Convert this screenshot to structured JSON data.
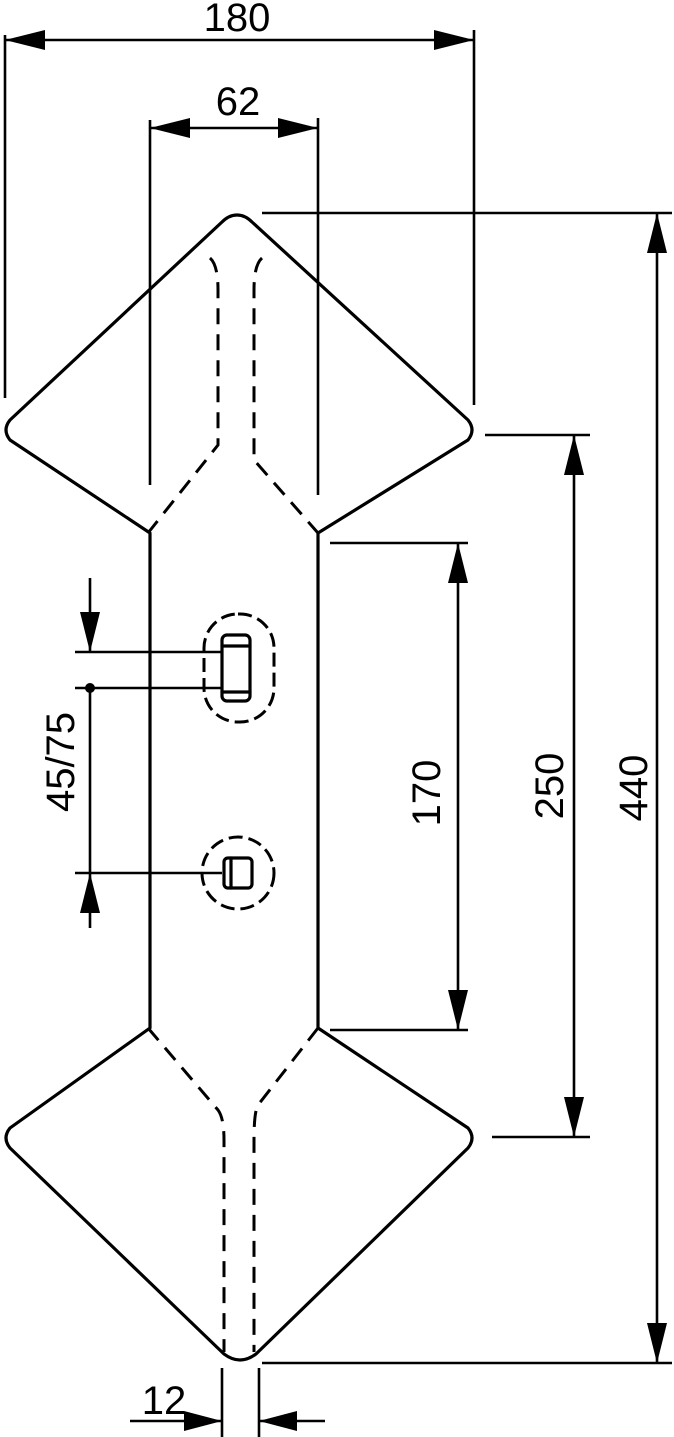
{
  "dimensions": {
    "overall_width": "180",
    "neck_width": "62",
    "overall_length": "440",
    "wing_spacing": "250",
    "neck_length": "170",
    "hole_spacing": "45/75",
    "tip_width": "12"
  },
  "colors": {
    "line": "#000000",
    "background": "#ffffff"
  }
}
